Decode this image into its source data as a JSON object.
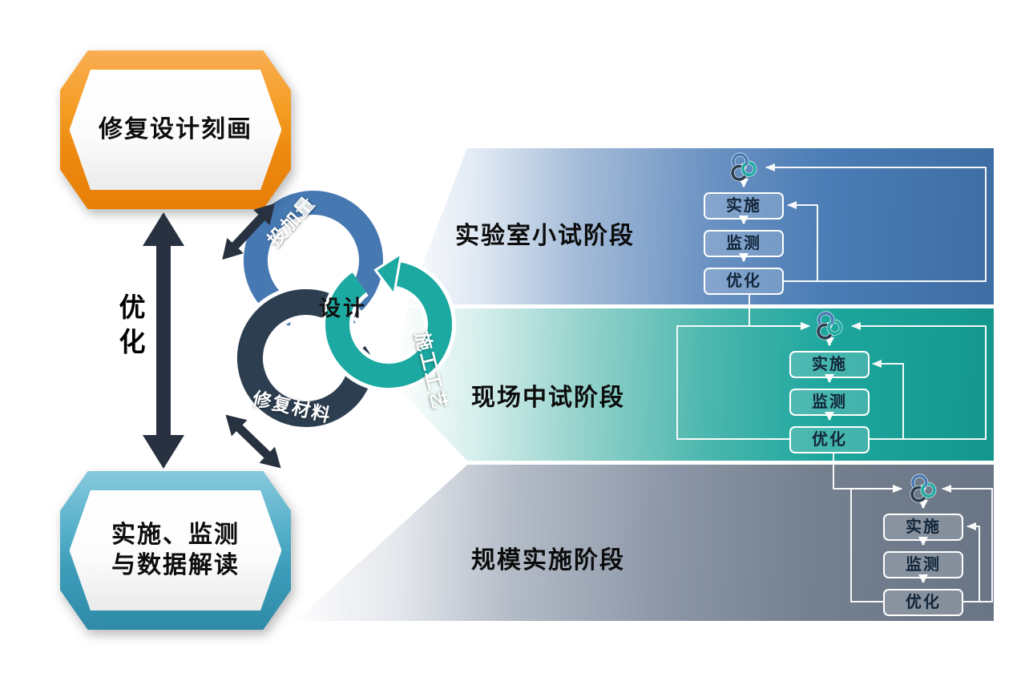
{
  "left_column": {
    "top_box_label": "修复设计刻画",
    "bottom_box_label_line1": "实施、监测",
    "bottom_box_label_line2": "与数据解读",
    "optimization_label": "优化"
  },
  "cycle": {
    "center_label": "设计",
    "dosage_label": "投加量",
    "process_label": "施工工艺",
    "material_label": "修复材料"
  },
  "stages": [
    {
      "label": "实验室小试阶段",
      "color": "#4173A9",
      "steps": [
        "实施",
        "监测",
        "优化"
      ]
    },
    {
      "label": "现场中试阶段",
      "color": "#16978F",
      "steps": [
        "实施",
        "监测",
        "优化"
      ]
    },
    {
      "label": "规模实施阶段",
      "color": "#6C7989",
      "steps": [
        "实施",
        "监测",
        "优化"
      ]
    }
  ],
  "palette": {
    "dosage_ring": "#4678B2",
    "process_ring": "#1CA9A1",
    "material_ring": "#2C3E50",
    "design_box_frame": "#F0901A",
    "implementation_box_frame": "#4BACC6",
    "arrow": "#27313F",
    "flow_line": "#FFFFFF"
  }
}
